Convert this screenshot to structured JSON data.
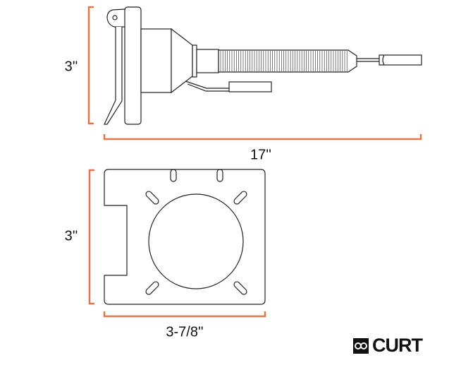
{
  "dimensions": {
    "side_height": "3''",
    "side_length": "17''",
    "plate_height": "3''",
    "plate_width": "3-7/8''"
  },
  "brand": {
    "name": "CURT"
  },
  "colors": {
    "dimension_line": "#e0774a",
    "outline": "#222222"
  }
}
